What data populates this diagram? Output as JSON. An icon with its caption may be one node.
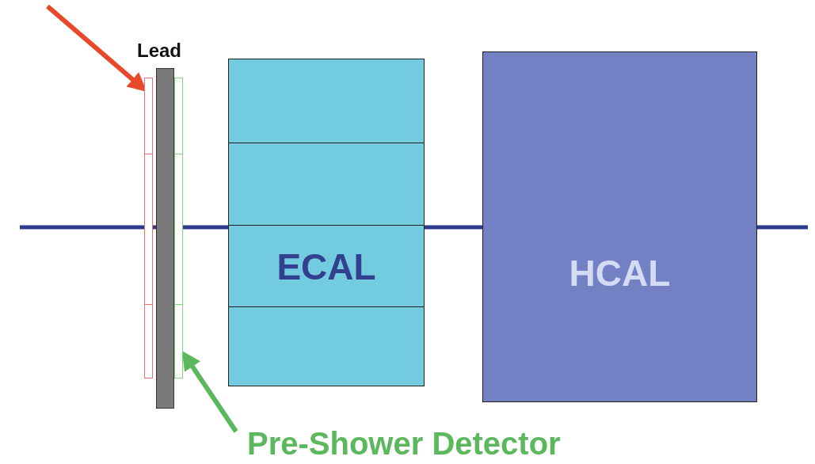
{
  "diagram": {
    "nodes": [
      {
        "text": [
          "Lead"
        ]
      },
      {
        "text": [],
        "shape": "bar"
      },
      {
        "text": [],
        "shape": "bar"
      },
      {
        "text": [
          "ECAL"
        ]
      },
      {
        "text": [
          "HCAL"
        ]
      },
      {
        "text": [
          "Pre-Shower Detector"
        ]
      }
    ],
    "edges": [
      {
        "from": null,
        "to": 1,
        "arrow": "to",
        "color": "#e8492b"
      },
      {
        "from": 5,
        "to": 2,
        "arrow": "to",
        "color": "#5cb85c"
      }
    ]
  }
}
